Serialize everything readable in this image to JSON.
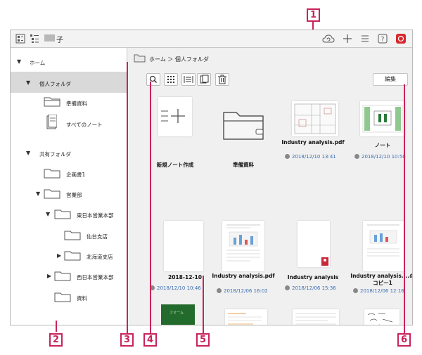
{
  "topbar": {
    "user_suffix": "子",
    "icons": [
      "list-view-icon",
      "tree-view-icon",
      "cloud-sync-icon",
      "plus-icon",
      "menu-icon",
      "help-icon",
      "red-app-icon"
    ]
  },
  "sidebar": {
    "home": "ホーム",
    "personal_folder": "個人フォルダ",
    "prep_materials": "準備資料",
    "all_notes": "すべてのノート",
    "shared_folder": "共有フォルダ",
    "plan1": "企画書1",
    "sales": "営業部",
    "east_japan": "東日本営業本部",
    "sendai": "仙台支店",
    "hokkaido": "北海道支店",
    "west_japan": "西日本営業本部",
    "materials": "資料"
  },
  "main": {
    "breadcrumb": "ホーム ＞ 個人フォルダ",
    "edit_label": "編集",
    "items": [
      {
        "title": "新規ノート作成",
        "date": ""
      },
      {
        "title": "準備資料",
        "date": ""
      },
      {
        "title": "Industry analysis.pdf",
        "date": "2018/12/10 13:41"
      },
      {
        "title": "ノート",
        "date": "2018/12/10 10:50"
      },
      {
        "title": "2018-12-10",
        "date": "2018/12/10 10:46"
      },
      {
        "title": "Industry analysis.pdf",
        "date": "2018/12/06 16:02"
      },
      {
        "title": "Industry analysis",
        "date": "2018/12/06 15:36"
      },
      {
        "title": "Industry analysis....のコピー1",
        "date": "2018/12/06 12:16"
      }
    ],
    "green_thumb_text": "フォーム"
  },
  "callouts": [
    "1",
    "2",
    "3",
    "4",
    "5",
    "6"
  ],
  "colors": {
    "callout": "#c8235a",
    "date": "#3a6fb5"
  }
}
